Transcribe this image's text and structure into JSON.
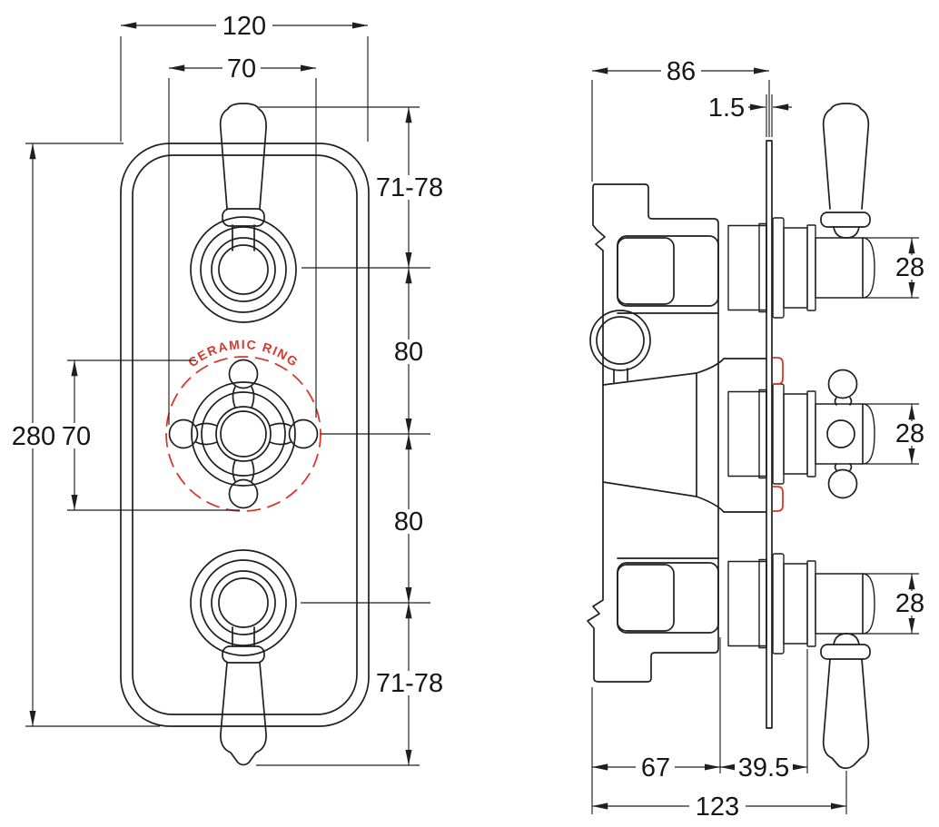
{
  "front_view": {
    "ceramic_ring_label": "CERAMIC RING",
    "dimensions": {
      "overall_width": "120",
      "handle_unit_width": "70",
      "top_lever_projection": "71-78",
      "upper_handle_spacing": "80",
      "lower_handle_spacing": "80",
      "bottom_lever_projection": "71-78",
      "overall_height": "280",
      "cross_handle_height": "70"
    }
  },
  "side_view": {
    "dimensions": {
      "body_recess_depth": "86",
      "plate_thickness": "1.5",
      "top_handle_hub_diameter": "28",
      "middle_handle_hub_diameter": "28",
      "bottom_handle_hub_diameter": "28",
      "valve_body_depth": "67",
      "handle_projection": "39.5",
      "overall_depth": "123"
    }
  },
  "colors": {
    "line": "#1f1f1f",
    "dimension": "#1f1f1f",
    "accent_red": "#d9372c",
    "background": "#ffffff"
  }
}
